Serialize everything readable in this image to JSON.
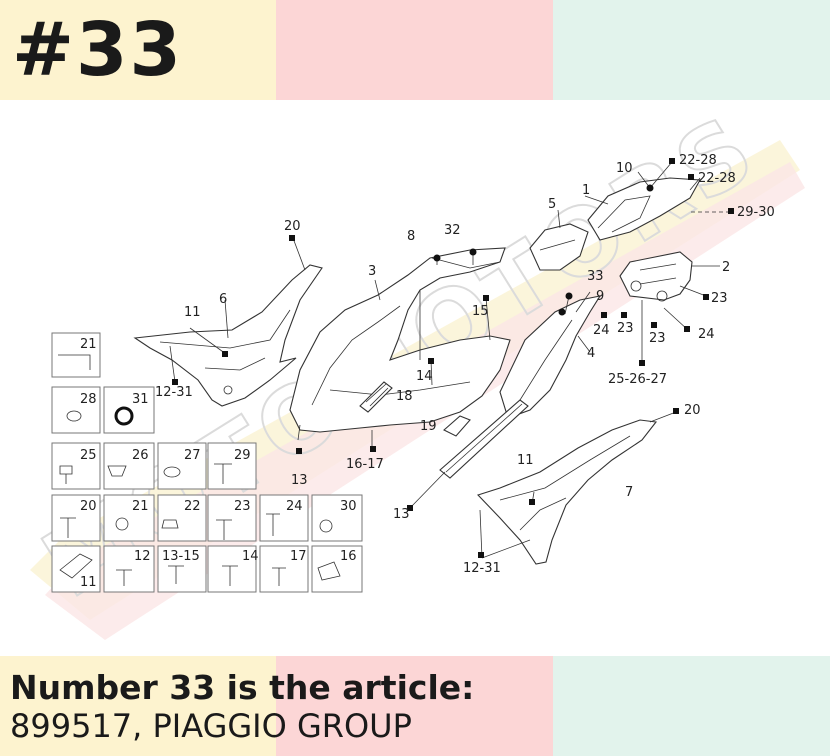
{
  "header": {
    "title": "#33"
  },
  "footer": {
    "line1": "Number 33 is the article:",
    "line2": "899517, PIAGGIO GROUP"
  },
  "watermark": {
    "text": "MOTOMOTORS"
  },
  "colors": {
    "yellow": "#fdf3cf",
    "pink": "#fcd6d6",
    "mint": "#e2f3ec"
  },
  "callouts": {
    "c20a": "20",
    "c6": "6",
    "c11a": "11",
    "c12_31a": "12-31",
    "c3": "3",
    "c8": "8",
    "c32": "32",
    "c15": "15",
    "c14": "14",
    "c18": "18",
    "c19": "19",
    "c16_17": "16-17",
    "c13a": "13",
    "c13b": "13",
    "c5": "5",
    "c10": "10",
    "c1": "1",
    "c22_28a": "22-28",
    "c22_28b": "22-28",
    "c29_30": "29-30",
    "c2": "2",
    "c33": "33",
    "c9": "9",
    "c4": "4",
    "c23a": "23",
    "c24a": "24",
    "c23b": "23",
    "c23c": "23",
    "c24b": "24",
    "c25_27": "25-26-27",
    "c20b": "20",
    "c11b": "11",
    "c7": "7",
    "c12_31b": "12-31"
  },
  "hardware_labels": [
    "21",
    "28",
    "31",
    "25",
    "26",
    "27",
    "29",
    "20",
    "21",
    "22",
    "23",
    "24",
    "30",
    "11",
    "12",
    "13-15",
    "14",
    "17",
    "16"
  ]
}
